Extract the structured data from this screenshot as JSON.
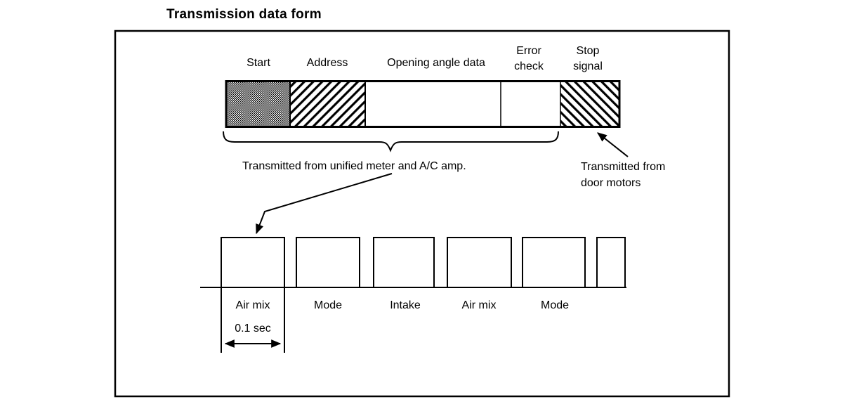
{
  "title": "Transmission data form",
  "data_frame": {
    "segments": [
      {
        "label": "Start",
        "pattern": "dotted"
      },
      {
        "label": "Address",
        "pattern": "hatch-up"
      },
      {
        "label": "Opening angle data",
        "pattern": "plain"
      },
      {
        "label": "Error\ncheck",
        "pattern": "plain"
      },
      {
        "label": "Stop\nsignal",
        "pattern": "hatch-down"
      }
    ],
    "meter_source_label": "Transmitted from unified meter and A/C amp.",
    "door_source_label": "Transmitted from\ndoor motors"
  },
  "waveform": {
    "pulse_labels": [
      "Air mix",
      "Mode",
      "Intake",
      "Air mix",
      "Mode"
    ],
    "time_marker_label": "0.1 sec"
  },
  "colors": {
    "ink": "#000000",
    "paper": "#ffffff"
  }
}
